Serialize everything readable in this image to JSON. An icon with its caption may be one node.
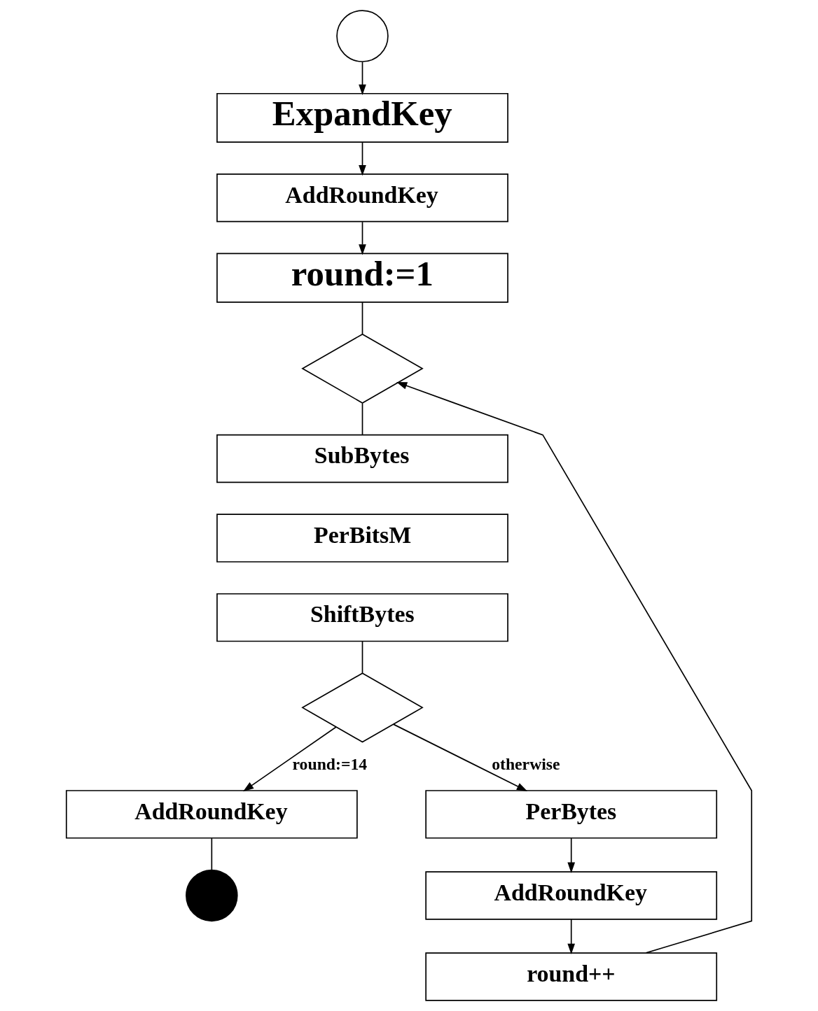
{
  "diagram": {
    "nodes": [
      {
        "text": [],
        "shape": "circle"
      },
      {
        "text": [
          "ExpandKey"
        ]
      },
      {
        "text": [
          "AddRoundKey"
        ]
      },
      {
        "text": [
          "round:=1"
        ]
      },
      {
        "text": [],
        "shape": "diamond"
      },
      {
        "text": [
          "SubBytes"
        ]
      },
      {
        "text": [
          "PerBitsM"
        ]
      },
      {
        "text": [
          "ShiftBytes"
        ]
      },
      {
        "text": [],
        "shape": "diamond"
      },
      {
        "text": [
          "AddRoundKey"
        ]
      },
      {
        "text": [
          "PerBytes"
        ]
      },
      {
        "text": [
          "AddRoundKey"
        ]
      },
      {
        "text": [
          "round++"
        ]
      },
      {
        "text": [],
        "shape": "circle"
      }
    ],
    "edges": [
      {
        "from": 0,
        "to": 1,
        "arrow": "to"
      },
      {
        "from": 1,
        "to": 2,
        "arrow": "to"
      },
      {
        "from": 2,
        "to": 3,
        "arrow": "to"
      },
      {
        "from": 3,
        "to": 4,
        "arrow": "none"
      },
      {
        "from": 4,
        "to": 5,
        "arrow": "none"
      },
      {
        "from": 7,
        "to": 8,
        "arrow": "none"
      },
      {
        "from": 8,
        "to": 9,
        "arrow": "to",
        "label": "round:=14"
      },
      {
        "from": 8,
        "to": 10,
        "arrow": "to",
        "label": "otherwise"
      },
      {
        "from": 10,
        "to": 11,
        "arrow": "to"
      },
      {
        "from": 11,
        "to": 12,
        "arrow": "to"
      },
      {
        "from": 12,
        "to": 4,
        "arrow": "to"
      },
      {
        "from": 9,
        "to": 13,
        "arrow": "none"
      }
    ]
  }
}
